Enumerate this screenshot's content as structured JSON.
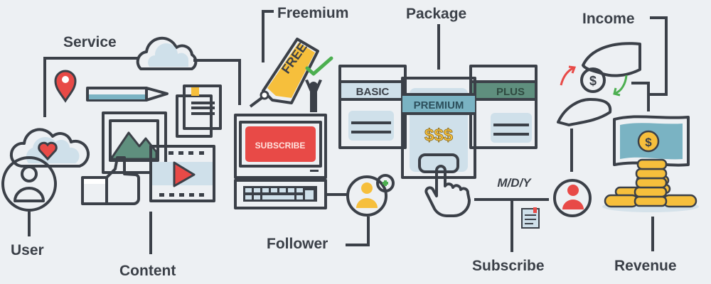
{
  "labels": {
    "service": "Service",
    "user": "User",
    "content": "Content",
    "freemium": "Freemium",
    "package": "Package",
    "follower": "Follower",
    "subscribe": "Subscribe",
    "income": "Income",
    "revenue": "Revenue",
    "mdy": "M/D/Y"
  },
  "icon_text": {
    "free_tag": "FREE",
    "subscribe_button": "SUBSCRIBE",
    "plan_basic": "BASIC",
    "plan_premium": "PREMIUM",
    "plan_plus": "PLUS",
    "premium_price": "$$$",
    "coin_symbol": "$"
  },
  "icons": [
    "cloud-icon",
    "map-pin-icon",
    "pencil-icon",
    "document-icon",
    "user-icon",
    "heart-cloud-icon",
    "image-icon",
    "thumbs-up-icon",
    "video-icon",
    "price-tag-icon",
    "checkmark-icon",
    "person-cheering-icon",
    "computer-icon",
    "keyboard-icon",
    "follower-add-icon",
    "pricing-plans-icon",
    "hand-pointer-icon",
    "subscriber-icon",
    "calendar-doc-icon",
    "hands-coin-icon",
    "banknote-icon",
    "coin-stack-icon"
  ],
  "colors": {
    "background": "#edf0f3",
    "outline": "#3b4048",
    "light_blue": "#cfe0ea",
    "teal": "#7ab3c3",
    "green_header": "#5f8f7e",
    "red": "#e84a47",
    "yellow": "#f6bf3c",
    "green_check": "#4caf50"
  }
}
